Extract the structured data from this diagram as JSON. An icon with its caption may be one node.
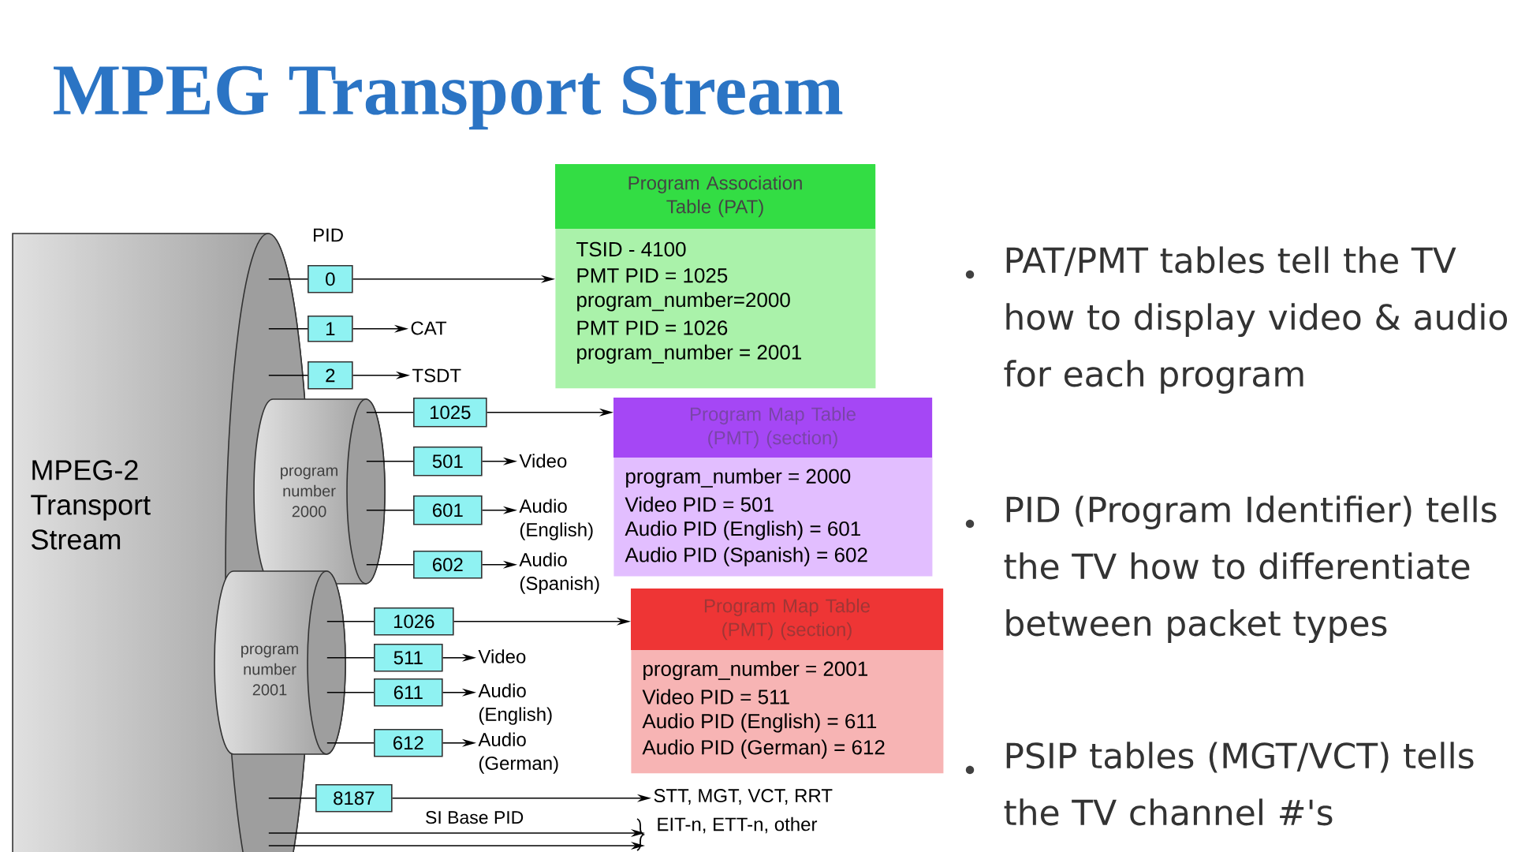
{
  "diagram": {
    "title": "MPEG Transport Stream",
    "nodes": [
      {
        "text": [
          "MPEG-2 Transport Stream"
        ]
      },
      {
        "text": [
          "program number 2000"
        ]
      },
      {
        "text": [
          "program number 2001"
        ]
      },
      {
        "text": [
          "0"
        ]
      },
      {
        "text": [
          "1"
        ]
      },
      {
        "text": [
          "2"
        ]
      },
      {
        "text": [
          "1025"
        ]
      },
      {
        "text": [
          "501"
        ]
      },
      {
        "text": [
          "601"
        ]
      },
      {
        "text": [
          "602"
        ]
      },
      {
        "text": [
          "1026"
        ]
      },
      {
        "text": [
          "511"
        ]
      },
      {
        "text": [
          "611"
        ]
      },
      {
        "text": [
          "612"
        ]
      },
      {
        "text": [
          "8187"
        ]
      },
      {
        "text": [
          "CAT"
        ]
      },
      {
        "text": [
          "TSDT"
        ]
      },
      {
        "text": [
          "Video"
        ]
      },
      {
        "text": [
          "Audio (English)"
        ]
      },
      {
        "text": [
          "Audio (Spanish)"
        ]
      },
      {
        "text": [
          "Video"
        ]
      },
      {
        "text": [
          "Audio (English)"
        ]
      },
      {
        "text": [
          "Audio (German)"
        ]
      },
      {
        "text": [
          "STT, MGT, VCT, RRT"
        ]
      },
      {
        "text": [
          "EIT-n, ETT-n, other"
        ]
      },
      {
        "text": [
          "Program Association Table (PAT)",
          "TSID - 4100",
          "PMT PID = 1025",
          "program_number=2000",
          "PMT PID = 1026",
          "program_number = 2001"
        ]
      },
      {
        "text": [
          "Program Map Table (PMT) (section)",
          "program_number = 2000",
          "Video PID = 501",
          "Audio PID (English) = 601",
          "Audio PID (Spanish) = 602"
        ]
      },
      {
        "text": [
          "Program Map Table (PMT) (section)",
          "program_number = 2001",
          "Video PID = 511",
          "Audio PID (English) = 611",
          "Audio PID (German) = 612"
        ]
      }
    ],
    "edges": [
      {
        "from": 0,
        "to": 3,
        "arrow": "none"
      },
      {
        "from": 0,
        "to": 4,
        "arrow": "none"
      },
      {
        "from": 0,
        "to": 5,
        "arrow": "none"
      },
      {
        "from": 1,
        "to": 6,
        "arrow": "none"
      },
      {
        "from": 1,
        "to": 7,
        "arrow": "none"
      },
      {
        "from": 1,
        "to": 8,
        "arrow": "none"
      },
      {
        "from": 1,
        "to": 9,
        "arrow": "none"
      },
      {
        "from": 2,
        "to": 10,
        "arrow": "none"
      },
      {
        "from": 2,
        "to": 11,
        "arrow": "none"
      },
      {
        "from": 2,
        "to": 12,
        "arrow": "none"
      },
      {
        "from": 2,
        "to": 13,
        "arrow": "none"
      },
      {
        "from": 0,
        "to": 14,
        "arrow": "none"
      },
      {
        "from": 0,
        "to": 24,
        "arrow": "to"
      },
      {
        "from": 0,
        "to": 24,
        "arrow": "to"
      },
      {
        "from": 3,
        "to": 25,
        "arrow": "to"
      },
      {
        "from": 4,
        "to": 15,
        "arrow": "to"
      },
      {
        "from": 5,
        "to": 16,
        "arrow": "to"
      },
      {
        "from": 6,
        "to": 26,
        "arrow": "to"
      },
      {
        "from": 7,
        "to": 17,
        "arrow": "to"
      },
      {
        "from": 8,
        "to": 18,
        "arrow": "to"
      },
      {
        "from": 9,
        "to": 19,
        "arrow": "to"
      },
      {
        "from": 10,
        "to": 27,
        "arrow": "to"
      },
      {
        "from": 11,
        "to": 20,
        "arrow": "to"
      },
      {
        "from": 12,
        "to": 21,
        "arrow": "to"
      },
      {
        "from": 13,
        "to": 22,
        "arrow": "to"
      },
      {
        "from": 14,
        "to": 23,
        "arrow": "to",
        "label": "SI Base PID"
      }
    ],
    "labels": [
      "PID",
      "PAT/PMT tables tell the TV how to display video & audio for each program",
      "PID (Program Identifier) tells the TV how to differentiate between packet types",
      "PSIP tables (MGT/VCT) tells the TV channel #'s"
    ]
  }
}
